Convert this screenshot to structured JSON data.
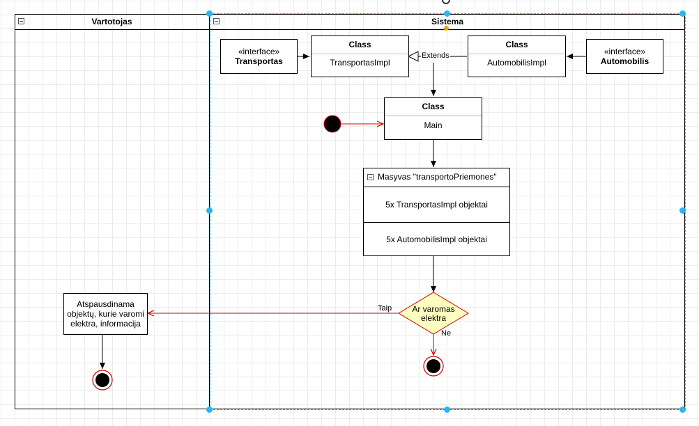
{
  "lanes": {
    "user": "Vartotojas",
    "system": "Sistema"
  },
  "nodes": {
    "transportas_iface": {
      "stereotype": "«interface»",
      "name": "Transportas"
    },
    "transportas_impl": {
      "header": "Class",
      "name": "TransportasImpl"
    },
    "automobilis_impl": {
      "header": "Class",
      "name": "AutomobilisImpl"
    },
    "automobilis_iface": {
      "stereotype": "«interface»",
      "name": "Automobilis"
    },
    "main": {
      "header": "Class",
      "name": "Main"
    },
    "array": {
      "title": "Masyvas \"transportoPriemones\"",
      "row1": "5x TransportasImpl objektai",
      "row2": "5x AutomobilisImpl objektai"
    },
    "decision": {
      "line1": "Ar varomas",
      "line2": "elektra"
    },
    "print": {
      "line1": "Atspausdinama",
      "line2": "objektų, kurie varomi",
      "line3": "elektra, informacija"
    }
  },
  "edges": {
    "extends": "Extends",
    "yes": "Taip",
    "no": "Ne"
  },
  "colors": {
    "selection": "#29b6f2",
    "control_flow": "#cc0000",
    "decision_fill": "#ffffc0",
    "initial": "#000000"
  }
}
